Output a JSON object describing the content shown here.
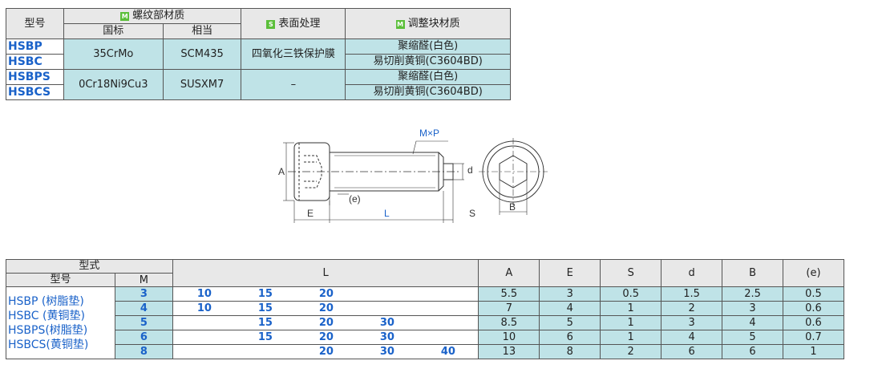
{
  "material_table": {
    "col_model": "型号",
    "col_thread": "螺纹部材质",
    "col_thread_badge": "M",
    "sub_national": "国标",
    "sub_equiv": "相当",
    "col_surface": "表面处理",
    "col_surface_badge": "S",
    "col_adjust": "调整块材质",
    "col_adjust_badge": "M",
    "rows": [
      {
        "model": "HSBP",
        "adjust": "聚缩醛(白色)"
      },
      {
        "model": "HSBC",
        "adjust": "易切削黄铜(C3604BD)"
      },
      {
        "model": "HSBPS",
        "adjust": "聚缩醛(白色)"
      },
      {
        "model": "HSBCS",
        "adjust": "易切削黄铜(C3604BD)"
      }
    ],
    "group1": {
      "national": "35CrMo",
      "equiv": "SCM435",
      "surface": "四氧化三铁保护膜"
    },
    "group2": {
      "national": "0Cr18Ni9Cu3",
      "equiv": "SUSXM7",
      "surface": "–"
    }
  },
  "drawing": {
    "label_mxp": "M×P",
    "label_a": "A",
    "label_d": "d",
    "label_e_paren": "(e)",
    "label_e": "E",
    "label_l": "L",
    "label_s": "S",
    "label_b": "B"
  },
  "spec_table": {
    "header_type": "型式",
    "header_model": "型号",
    "header_m": "M",
    "header_l": "L",
    "header_a": "A",
    "header_e": "E",
    "header_s": "S",
    "header_d": "d",
    "header_b": "B",
    "header_e_paren": "(e)",
    "models": [
      "HSBP (树脂垫)",
      "HSBC (黄铜垫)",
      "HSBPS(树脂垫)",
      "HSBCS(黄铜垫)"
    ],
    "rows": [
      {
        "m": "3",
        "l": [
          "10",
          "15",
          "20",
          "",
          ""
        ],
        "a": "5.5",
        "e": "3",
        "s": "0.5",
        "d": "1.5",
        "b": "2.5",
        "ep": "0.5"
      },
      {
        "m": "4",
        "l": [
          "10",
          "15",
          "20",
          "",
          ""
        ],
        "a": "7",
        "e": "4",
        "s": "1",
        "d": "2",
        "b": "3",
        "ep": "0.6"
      },
      {
        "m": "5",
        "l": [
          "",
          "15",
          "20",
          "30",
          ""
        ],
        "a": "8.5",
        "e": "5",
        "s": "1",
        "d": "3",
        "b": "4",
        "ep": "0.6"
      },
      {
        "m": "6",
        "l": [
          "",
          "15",
          "20",
          "30",
          ""
        ],
        "a": "10",
        "e": "6",
        "s": "1",
        "d": "4",
        "b": "5",
        "ep": "0.7"
      },
      {
        "m": "8",
        "l": [
          "",
          "",
          "20",
          "30",
          "40"
        ],
        "a": "13",
        "e": "8",
        "s": "2",
        "d": "6",
        "b": "6",
        "ep": "1"
      }
    ]
  }
}
